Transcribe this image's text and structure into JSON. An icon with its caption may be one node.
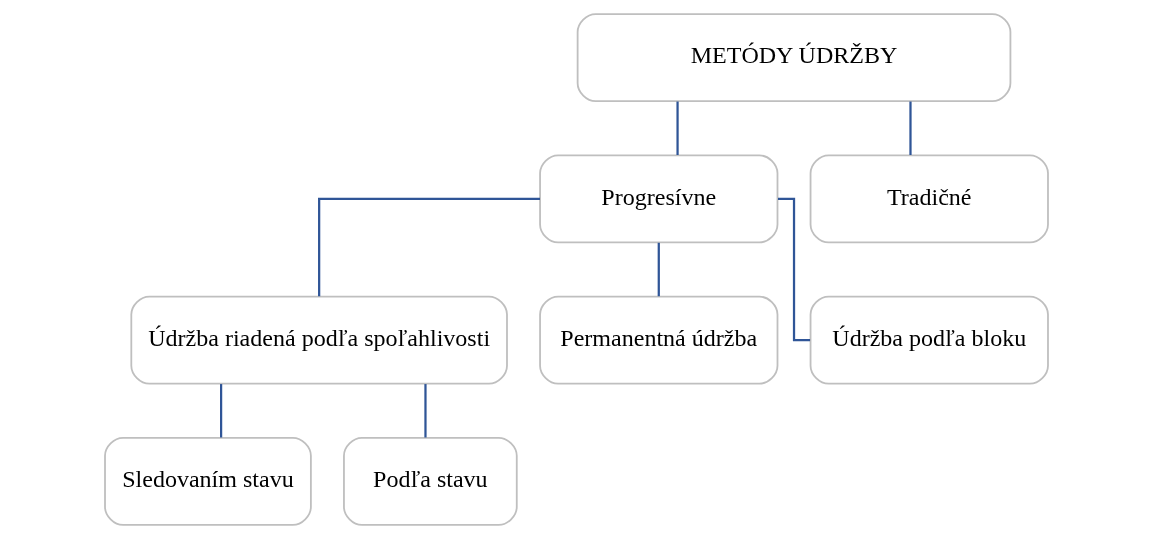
{
  "diagram": {
    "nodes": [
      {
        "text": [
          "METÓDY ÚDRŽBY"
        ]
      },
      {
        "text": [
          "Progresívne"
        ]
      },
      {
        "text": [
          "Tradičné"
        ]
      },
      {
        "text": [
          "Údržba riadená podľa spoľahlivosti"
        ]
      },
      {
        "text": [
          "Permanentná údržba"
        ]
      },
      {
        "text": [
          "Údržba podľa bloku"
        ]
      },
      {
        "text": [
          "Sledovaním stavu"
        ]
      },
      {
        "text": [
          "Podľa stavu"
        ]
      }
    ],
    "edges": [
      {
        "from": 0,
        "to": 1,
        "arrow": "none"
      },
      {
        "from": 0,
        "to": 2,
        "arrow": "none"
      },
      {
        "from": 1,
        "to": 3,
        "arrow": "none"
      },
      {
        "from": 1,
        "to": 4,
        "arrow": "none"
      },
      {
        "from": 1,
        "to": 5,
        "arrow": "none"
      },
      {
        "from": 3,
        "to": 6,
        "arrow": "none"
      },
      {
        "from": 3,
        "to": 7,
        "arrow": "none"
      }
    ]
  }
}
